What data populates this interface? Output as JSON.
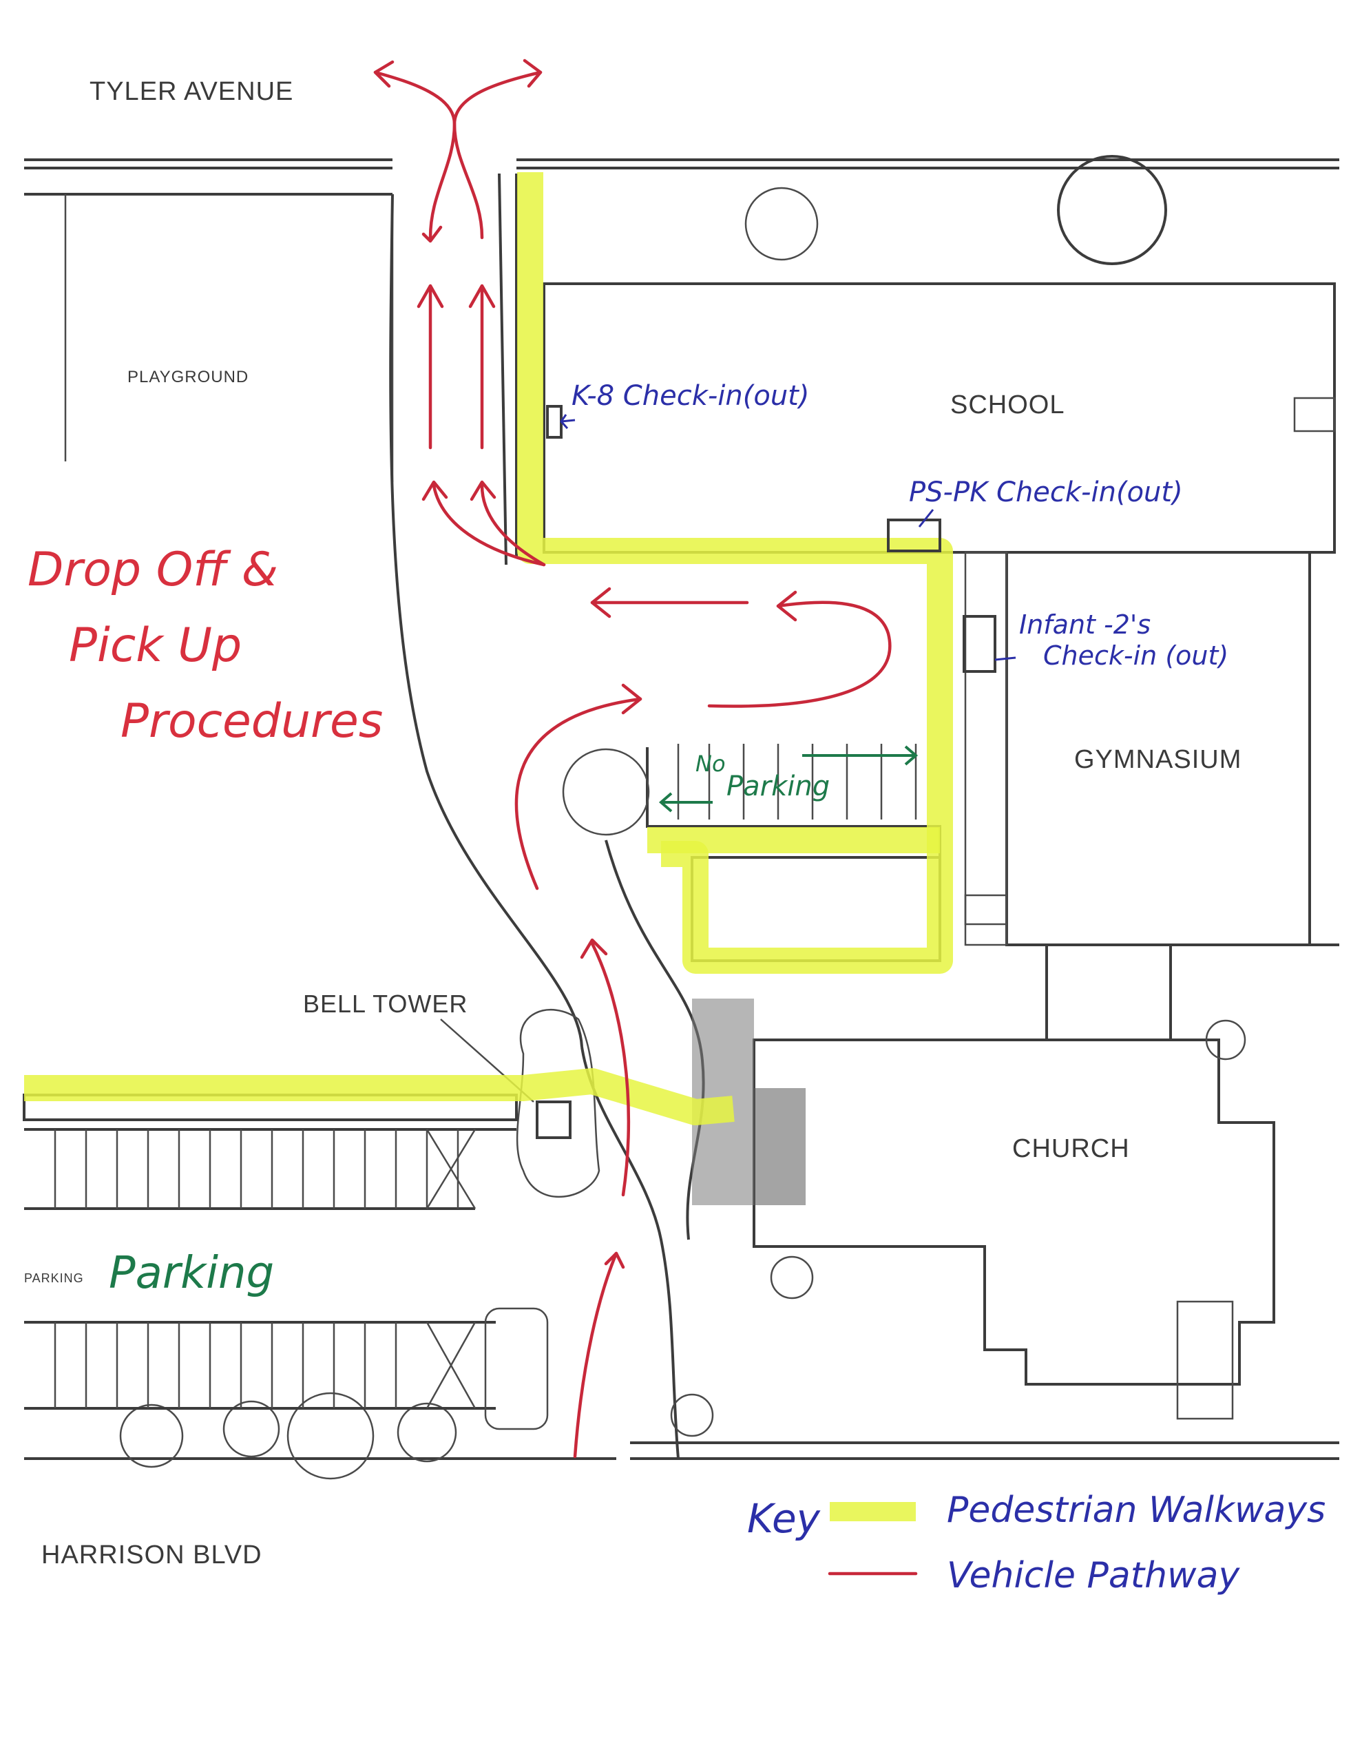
{
  "streets": {
    "north": "TYLER AVENUE",
    "south": "HARRISON BLVD"
  },
  "areas": {
    "playground": "PLAYGROUND",
    "school": "SCHOOL",
    "gymnasium": "GYMNASIUM",
    "church": "CHURCH",
    "bell_tower": "BELL TOWER",
    "parking_printed": "PARKING",
    "parking_handwritten": "Parking"
  },
  "title": {
    "line1": "Drop Off &",
    "line2": "Pick Up",
    "line3": "Procedures"
  },
  "checkins": {
    "k8": "K-8 Check-in(out)",
    "pspk": "PS-PK Check-in(out)",
    "infant_line1": "Infant -2's",
    "infant_line2": "Check-in (out)"
  },
  "no_parking": {
    "line1": "No",
    "line2": "Parking"
  },
  "key": {
    "label": "Key",
    "pedestrian": "Pedestrian Walkways",
    "vehicle": "Vehicle Pathway"
  },
  "colors": {
    "vehicle": "#c8283a",
    "pedestrian": "#e6f542",
    "annotation_blue": "#2b2fa8",
    "annotation_green": "#1d7a4a",
    "ink": "#3c3c3c"
  }
}
